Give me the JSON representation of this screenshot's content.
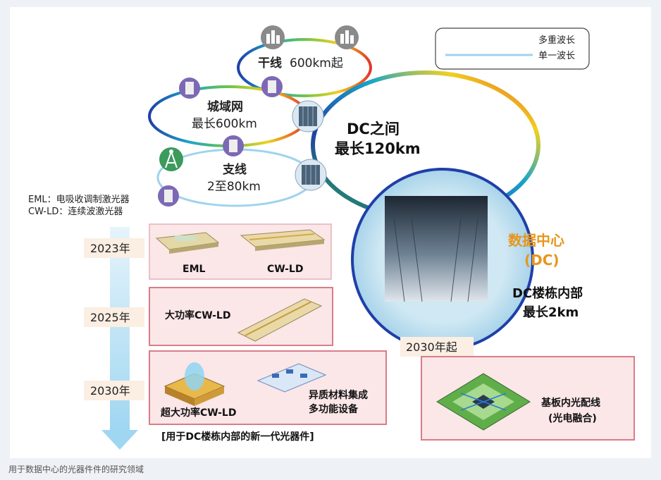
{
  "legend": {
    "multi_label": "多重波长",
    "single_label": "单一波长"
  },
  "networks": {
    "trunk": {
      "name": "干线",
      "distance": "600km起"
    },
    "metro": {
      "name": "城域网",
      "distance": "最长600km"
    },
    "access": {
      "name": "支线",
      "distance": "2至80km"
    },
    "inter_dc": {
      "name": "DC之间",
      "distance": "最长120km"
    }
  },
  "datacenter": {
    "title": "数据中心",
    "abbr": "(DC)",
    "scope": "DC楼栋内部",
    "distance": "最长2km",
    "start_label": "2030年起"
  },
  "abbreviations": [
    "EML：电吸收调制激光器",
    "CW-LD：连续波激光器"
  ],
  "timeline": {
    "years": [
      "2023年",
      "2025年",
      "2030年"
    ],
    "devices_2023": [
      "EML",
      "CW-LD"
    ],
    "device_2025": "大功率CW-LD",
    "devices_2030": [
      "超大功率CW-LD",
      "异质材料集成",
      "多功能设备"
    ],
    "bracket_label": "[用于DC楼栋内部的新一代光器件]"
  },
  "substrate_box": {
    "line1": "基板内光配线",
    "line2": "(光电融合)"
  },
  "caption": "用于数据中心的光器件件的研究领域",
  "colors": {
    "box_fill": "#fbe6e8",
    "box_border": "#d97d88",
    "dc_orange": "#e8951c",
    "arrow": "#bfe3f6"
  }
}
